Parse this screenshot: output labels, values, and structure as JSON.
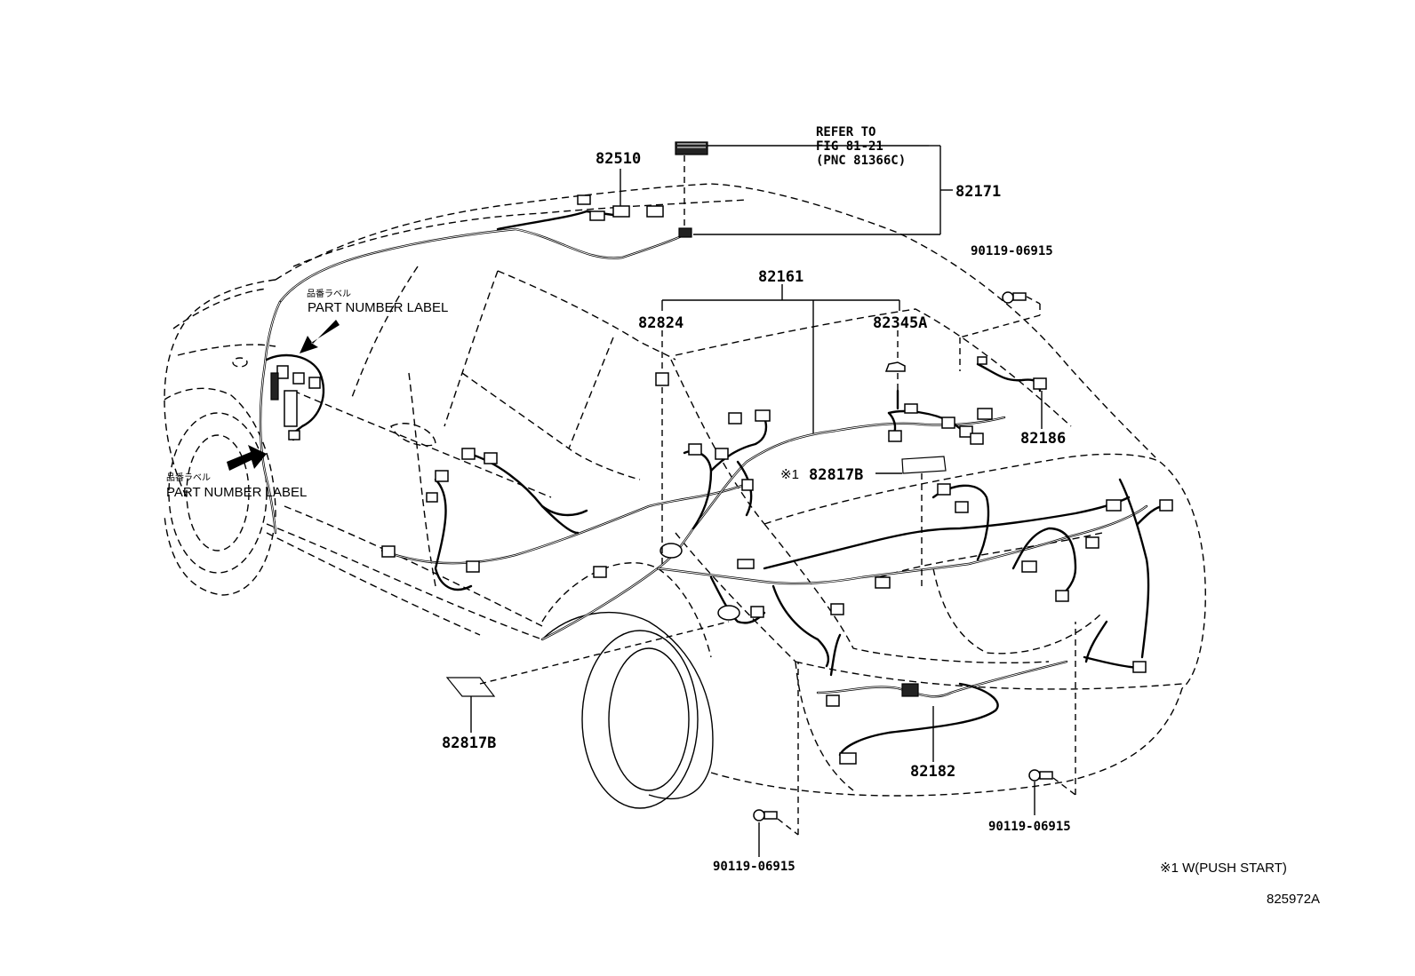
{
  "parts": {
    "p82510": "82510",
    "p82171": "82171",
    "p82161": "82161",
    "p82824": "82824",
    "p82345A": "82345A",
    "p82186": "82186",
    "p82817B_top": "82817B",
    "p82817B_bottom": "82817B",
    "p82182": "82182",
    "bolt_top_right": "90119-06915",
    "bolt_bottom_center": "90119-06915",
    "bolt_bottom_right": "90119-06915"
  },
  "refer": {
    "line1": "REFER TO",
    "line2": "FIG 81-21",
    "line3": "(PNC 81366C)"
  },
  "labels": {
    "jp_upper": "品番ラベル",
    "part_number_label_upper": "PART NUMBER LABEL",
    "jp_lower": "品番ラベル",
    "part_number_label_lower": "PART NUMBER LABEL",
    "mark_1": "※1"
  },
  "footnote": "※1 W(PUSH START)",
  "figure_number": "825972A"
}
